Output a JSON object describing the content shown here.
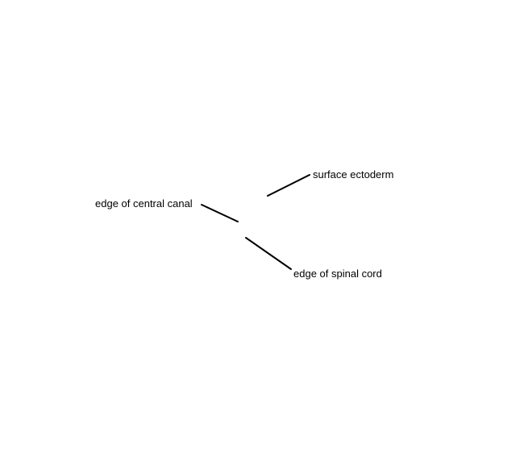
{
  "labels": {
    "central_canal": "edge of central canal",
    "surface_ectoderm": "surface ectoderm",
    "spinal_cord": "edge of spinal cord"
  },
  "colors": {
    "background": "#ffffff",
    "ink": "#000000"
  }
}
